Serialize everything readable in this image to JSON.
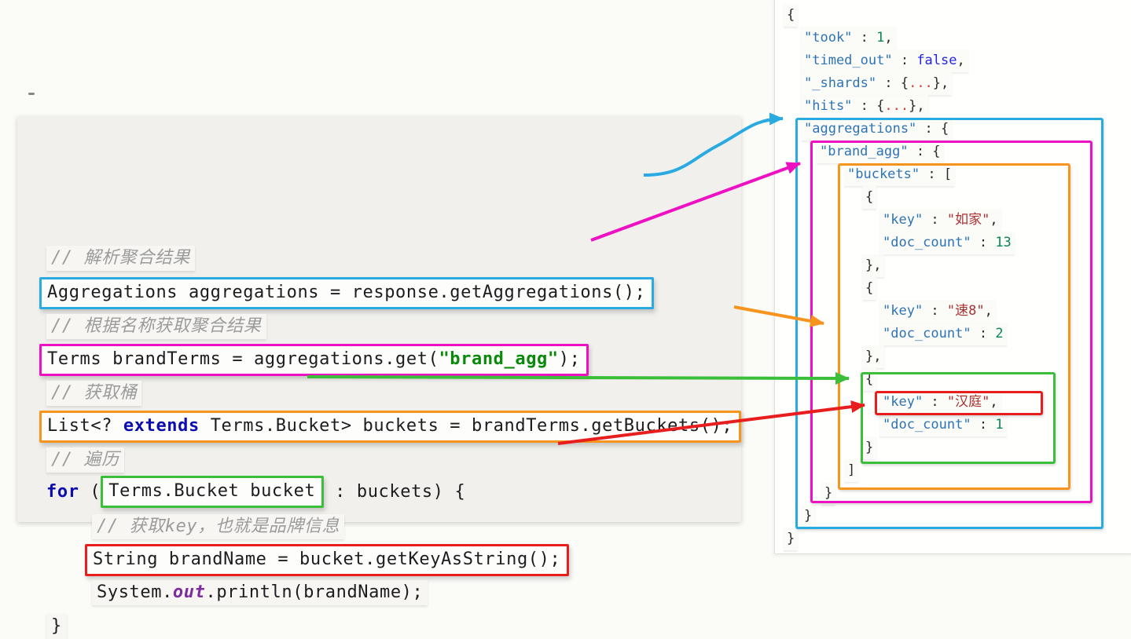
{
  "colors": {
    "cyan": "#29abe2",
    "magenta": "#ee11c3",
    "orange": "#f7941e",
    "green": "#3bbf3b",
    "red": "#e81e1e",
    "json_key": "#2e74b5",
    "json_number": "#098658",
    "json_boolean": "#2323e6",
    "json_string": "#a93232",
    "code_keyword": "#0d0dae",
    "code_string": "#0a8a0a",
    "code_field": "#7d2e9e"
  },
  "code_panel": {
    "lines": [
      {
        "type": "comment",
        "indent": 0,
        "text": "// 解析聚合结果"
      },
      {
        "type": "boxed",
        "box": "cyan",
        "segments": [
          {
            "c": "plain",
            "t": "Aggregations aggregations = response.getAggregations();"
          }
        ]
      },
      {
        "type": "comment",
        "indent": 0,
        "text": "// 根据名称获取聚合结果"
      },
      {
        "type": "boxed",
        "box": "magenta",
        "segments": [
          {
            "c": "plain",
            "t": "Terms brandTerms = aggregations.get("
          },
          {
            "c": "string-green",
            "t": "\"brand_agg\""
          },
          {
            "c": "plain",
            "t": ");"
          }
        ]
      },
      {
        "type": "comment",
        "indent": 0,
        "text": "// 获取桶"
      },
      {
        "type": "boxed",
        "box": "orange",
        "segments": [
          {
            "c": "plain",
            "t": "List<? "
          },
          {
            "c": "keyword",
            "t": "extends"
          },
          {
            "c": "plain",
            "t": " Terms.Bucket> buckets = brandTerms.getBuckets();"
          }
        ]
      },
      {
        "type": "comment",
        "indent": 0,
        "text": "// 遍历"
      },
      {
        "type": "for-line",
        "prefix": [
          {
            "c": "keyword",
            "t": "for"
          },
          {
            "c": "plain",
            "t": " ("
          }
        ],
        "boxed": {
          "box": "green",
          "segments": [
            {
              "c": "plain",
              "t": "Terms.Bucket bucket"
            }
          ]
        },
        "suffix": [
          {
            "c": "plain",
            "t": " : buckets) {"
          }
        ]
      },
      {
        "type": "comment",
        "indent": 1,
        "text": "// 获取key，也就是品牌信息"
      },
      {
        "type": "boxed",
        "box": "red",
        "indent": 1,
        "segments": [
          {
            "c": "plain",
            "t": "String brandName = bucket.getKeyAsString();"
          }
        ]
      },
      {
        "type": "code",
        "indent": 1,
        "segments": [
          {
            "c": "plain",
            "t": "System."
          },
          {
            "c": "field",
            "t": "out"
          },
          {
            "c": "plain",
            "t": ".println(brandName);"
          }
        ]
      },
      {
        "type": "code",
        "indent": 0,
        "segments": [
          {
            "c": "plain",
            "t": "}"
          }
        ]
      }
    ]
  },
  "json_panel": {
    "lines": [
      {
        "lvl": "lv0",
        "segments": [
          {
            "c": "punct",
            "t": "{"
          }
        ]
      },
      {
        "lvl": "lv1",
        "segments": [
          {
            "c": "key",
            "t": "\"took\""
          },
          {
            "c": "punct",
            "t": " : "
          },
          {
            "c": "num",
            "t": "1"
          },
          {
            "c": "punct",
            "t": ","
          }
        ]
      },
      {
        "lvl": "lv1",
        "segments": [
          {
            "c": "key",
            "t": "\"timed_out\""
          },
          {
            "c": "punct",
            "t": " : "
          },
          {
            "c": "bool",
            "t": "false"
          },
          {
            "c": "punct",
            "t": ","
          }
        ]
      },
      {
        "lvl": "lv1",
        "segments": [
          {
            "c": "key",
            "t": "\"_shards\""
          },
          {
            "c": "punct",
            "t": " : {"
          },
          {
            "c": "ellipsis",
            "t": "..."
          },
          {
            "c": "punct",
            "t": "},"
          }
        ]
      },
      {
        "lvl": "lv1",
        "segments": [
          {
            "c": "key",
            "t": "\"hits\""
          },
          {
            "c": "punct",
            "t": " : {"
          },
          {
            "c": "ellipsis",
            "t": "..."
          },
          {
            "c": "punct",
            "t": "},"
          }
        ]
      },
      {
        "lvl": "lv1",
        "segments": [
          {
            "c": "key",
            "t": "\"aggregations\""
          },
          {
            "c": "punct",
            "t": " : {"
          }
        ]
      },
      {
        "lvl": "lv2",
        "segments": [
          {
            "c": "key",
            "t": "\"brand_agg\""
          },
          {
            "c": "punct",
            "t": " : {"
          }
        ]
      },
      {
        "lvl": "lv3",
        "segments": [
          {
            "c": "key",
            "t": "\"buckets\""
          },
          {
            "c": "punct",
            "t": " : ["
          }
        ]
      },
      {
        "lvl": "lv4",
        "segments": [
          {
            "c": "punct",
            "t": "{"
          }
        ]
      },
      {
        "lvl": "lv5",
        "segments": [
          {
            "c": "key",
            "t": "\"key\""
          },
          {
            "c": "punct",
            "t": " : "
          },
          {
            "c": "str",
            "t": "\"如家\""
          },
          {
            "c": "punct",
            "t": ","
          }
        ]
      },
      {
        "lvl": "lv5",
        "segments": [
          {
            "c": "key",
            "t": "\"doc_count\""
          },
          {
            "c": "punct",
            "t": " : "
          },
          {
            "c": "num",
            "t": "13"
          }
        ]
      },
      {
        "lvl": "lv4",
        "segments": [
          {
            "c": "punct",
            "t": "},"
          }
        ]
      },
      {
        "lvl": "lv4",
        "segments": [
          {
            "c": "punct",
            "t": "{"
          }
        ]
      },
      {
        "lvl": "lv5",
        "segments": [
          {
            "c": "key",
            "t": "\"key\""
          },
          {
            "c": "punct",
            "t": " : "
          },
          {
            "c": "str",
            "t": "\"速8\""
          },
          {
            "c": "punct",
            "t": ","
          }
        ]
      },
      {
        "lvl": "lv5",
        "segments": [
          {
            "c": "key",
            "t": "\"doc_count\""
          },
          {
            "c": "punct",
            "t": " : "
          },
          {
            "c": "num",
            "t": "2"
          }
        ]
      },
      {
        "lvl": "lv4",
        "segments": [
          {
            "c": "punct",
            "t": "},"
          }
        ]
      },
      {
        "lvl": "lv4",
        "segments": [
          {
            "c": "punct",
            "t": "{"
          }
        ]
      },
      {
        "lvl": "lv5",
        "segments": [
          {
            "c": "key",
            "t": "\"key\""
          },
          {
            "c": "punct",
            "t": " : "
          },
          {
            "c": "str",
            "t": "\"汉庭\""
          },
          {
            "c": "punct",
            "t": ","
          }
        ]
      },
      {
        "lvl": "lv5",
        "segments": [
          {
            "c": "key",
            "t": "\"doc_count\""
          },
          {
            "c": "punct",
            "t": " : "
          },
          {
            "c": "num",
            "t": "1"
          }
        ]
      },
      {
        "lvl": "lv4",
        "segments": [
          {
            "c": "punct",
            "t": "}"
          }
        ]
      },
      {
        "lvl": "lv3",
        "segments": [
          {
            "c": "punct",
            "t": "]"
          }
        ]
      },
      {
        "lvl": "lv2c",
        "segments": [
          {
            "c": "punct",
            "t": "}"
          }
        ]
      },
      {
        "lvl": "lv1",
        "segments": [
          {
            "c": "punct",
            "t": "}"
          }
        ]
      },
      {
        "lvl": "lv0",
        "segments": [
          {
            "c": "punct",
            "t": "}"
          }
        ]
      }
    ]
  },
  "annotations": {
    "boxes": [
      {
        "id": "cyan",
        "meaning": "aggregations object"
      },
      {
        "id": "magenta",
        "meaning": "brand_agg aggregation"
      },
      {
        "id": "orange",
        "meaning": "buckets array"
      },
      {
        "id": "green",
        "meaning": "single bucket"
      },
      {
        "id": "red",
        "meaning": "bucket key field"
      }
    ]
  }
}
